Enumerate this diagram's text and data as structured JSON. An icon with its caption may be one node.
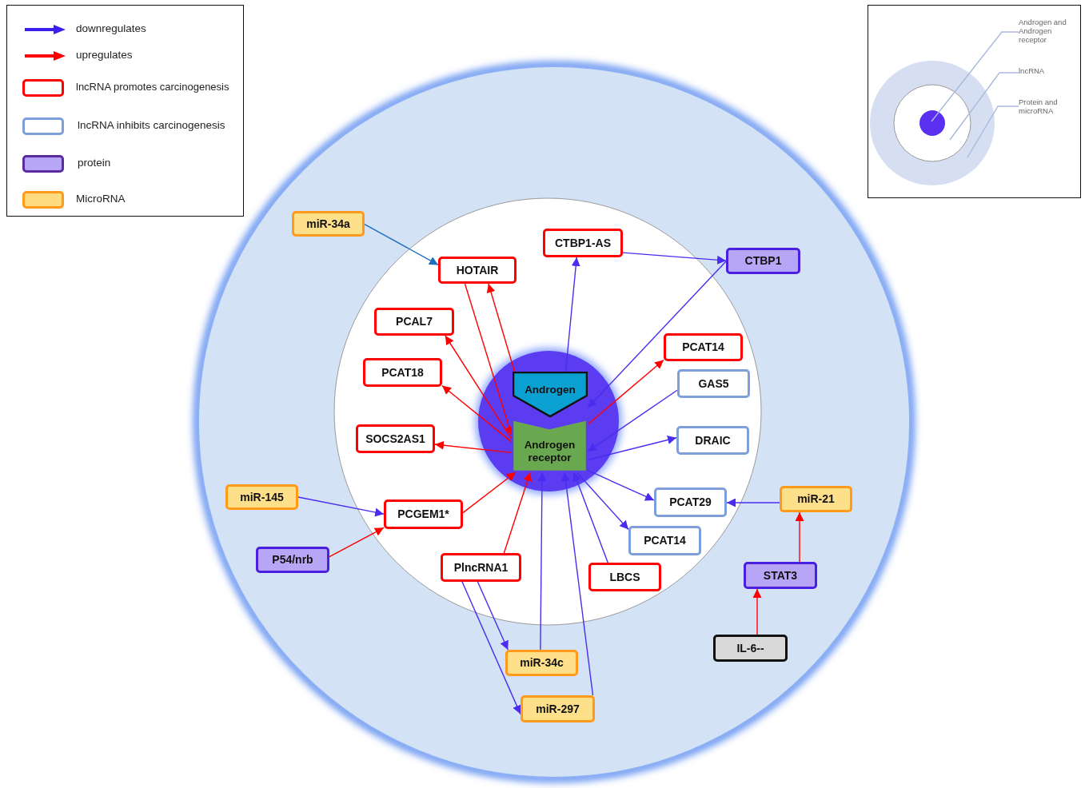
{
  "diagram": {
    "nodes": [
      {
        "text": [
          "miR-34a"
        ]
      },
      {
        "text": [
          "HOTAIR"
        ]
      },
      {
        "text": [
          "CTBP1-AS"
        ]
      },
      {
        "text": [
          "CTBP1"
        ]
      },
      {
        "text": [
          "PCAL7"
        ]
      },
      {
        "text": [
          "PCAT14"
        ]
      },
      {
        "text": [
          "PCAT18"
        ]
      },
      {
        "text": [
          "Androgen"
        ]
      },
      {
        "text": [
          "GAS5"
        ]
      },
      {
        "text": [
          "Androgen receptor"
        ]
      },
      {
        "text": [
          "SOCS2AS1"
        ]
      },
      {
        "text": [
          "DRAIC"
        ]
      },
      {
        "text": [
          "miR-145"
        ]
      },
      {
        "text": [
          "miR-21"
        ]
      },
      {
        "text": [
          "PCGEM1*"
        ]
      },
      {
        "text": [
          "PCAT29"
        ]
      },
      {
        "text": [
          "PCAT14"
        ]
      },
      {
        "text": [
          "P54/nrb"
        ]
      },
      {
        "text": [
          "PlncRNA1"
        ]
      },
      {
        "text": [
          "LBCS"
        ]
      },
      {
        "text": [
          "STAT3"
        ]
      },
      {
        "text": [
          "IL-6--"
        ]
      },
      {
        "text": [
          "miR-34c"
        ]
      },
      {
        "text": [
          "miR-297"
        ]
      },
      {
        "text": [
          "Androgen and Androgen receptor"
        ]
      },
      {
        "text": [
          "lncRNA"
        ]
      },
      {
        "text": [
          "Protein and microRNA"
        ]
      }
    ],
    "edges": [
      {
        "from": 0,
        "to": 1,
        "arrow": "to",
        "color": "#1f6fbf"
      },
      {
        "from": 1,
        "to": 9,
        "arrow": "to",
        "color": "#ff0000"
      },
      {
        "from": 7,
        "to": 1,
        "arrow": "to",
        "color": "#ff0000"
      },
      {
        "from": 7,
        "to": 2,
        "arrow": "to"
      },
      {
        "from": 2,
        "to": 3,
        "arrow": "to"
      },
      {
        "from": 3,
        "to": 7,
        "arrow": "to"
      },
      {
        "from": 9,
        "to": 4,
        "arrow": "to",
        "color": "#ff0000"
      },
      {
        "from": 9,
        "to": 6,
        "arrow": "to",
        "color": "#ff0000"
      },
      {
        "from": 9,
        "to": 10,
        "arrow": "to",
        "color": "#ff0000"
      },
      {
        "from": 9,
        "to": 5,
        "arrow": "to",
        "color": "#ff0000"
      },
      {
        "from": 8,
        "to": 9,
        "arrow": "to"
      },
      {
        "from": 9,
        "to": 11,
        "arrow": "to"
      },
      {
        "from": 14,
        "to": 9,
        "arrow": "to",
        "color": "#ff0000"
      },
      {
        "from": 12,
        "to": 14,
        "arrow": "to"
      },
      {
        "from": 17,
        "to": 14,
        "arrow": "to",
        "color": "#ff0000"
      },
      {
        "from": 18,
        "to": 9,
        "arrow": "to",
        "color": "#ff0000"
      },
      {
        "from": 22,
        "to": 9,
        "arrow": "to"
      },
      {
        "from": 23,
        "to": 9,
        "arrow": "to"
      },
      {
        "from": 19,
        "to": 9,
        "arrow": "to"
      },
      {
        "from": 9,
        "to": 16,
        "arrow": "to"
      },
      {
        "from": 9,
        "to": 15,
        "arrow": "to"
      },
      {
        "from": 13,
        "to": 15,
        "arrow": "to"
      },
      {
        "from": 20,
        "to": 13,
        "arrow": "to",
        "color": "#ff0000"
      },
      {
        "from": 21,
        "to": 20,
        "arrow": "to",
        "color": "#ff0000"
      },
      {
        "from": 18,
        "to": 22,
        "arrow": "to"
      },
      {
        "from": 18,
        "to": 23,
        "arrow": "to"
      },
      {
        "from": 24,
        "to": null,
        "arrow": "none",
        "color": "#a9b9df"
      },
      {
        "from": 25,
        "to": null,
        "arrow": "none",
        "color": "#a9b9df"
      },
      {
        "from": 26,
        "to": null,
        "arrow": "none",
        "color": "#a9b9df"
      }
    ],
    "legend": [
      {
        "text": "downregulates",
        "color": "#3b1ff0"
      },
      {
        "text": "upregulates",
        "color": "#ff0000"
      },
      {
        "text": "lncRNA promotes carcinogenesis",
        "color": "#ff0000"
      },
      {
        "text": "lncRNA inhibits carcinogenesis",
        "color": "#7f9fdc"
      },
      {
        "text": "protein",
        "color": "#b7a6f5"
      },
      {
        "text": "MicroRNA",
        "color": "#ffdb80"
      }
    ]
  }
}
